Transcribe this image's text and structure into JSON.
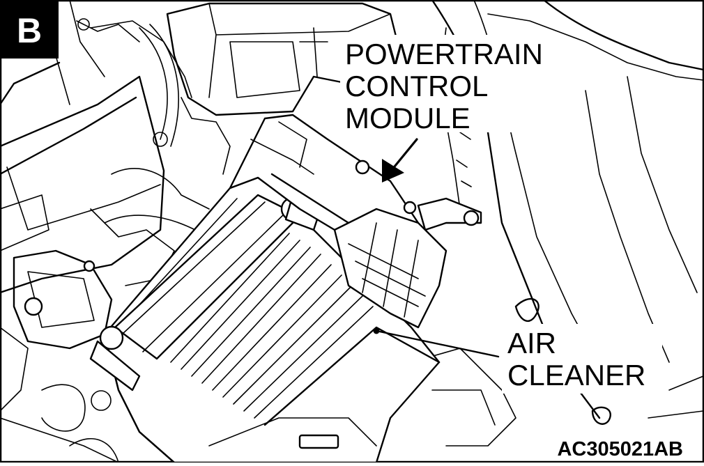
{
  "panel_letter": "B",
  "callouts": {
    "powertrain_line1": "POWERTRAIN",
    "powertrain_line2": "CONTROL",
    "powertrain_line3": "MODULE",
    "air_cleaner_line1": "AIR",
    "air_cleaner_line2": "CLEANER"
  },
  "figure_code": "AC305021AB",
  "colors": {
    "ink": "#000000",
    "paper": "#ffffff"
  }
}
